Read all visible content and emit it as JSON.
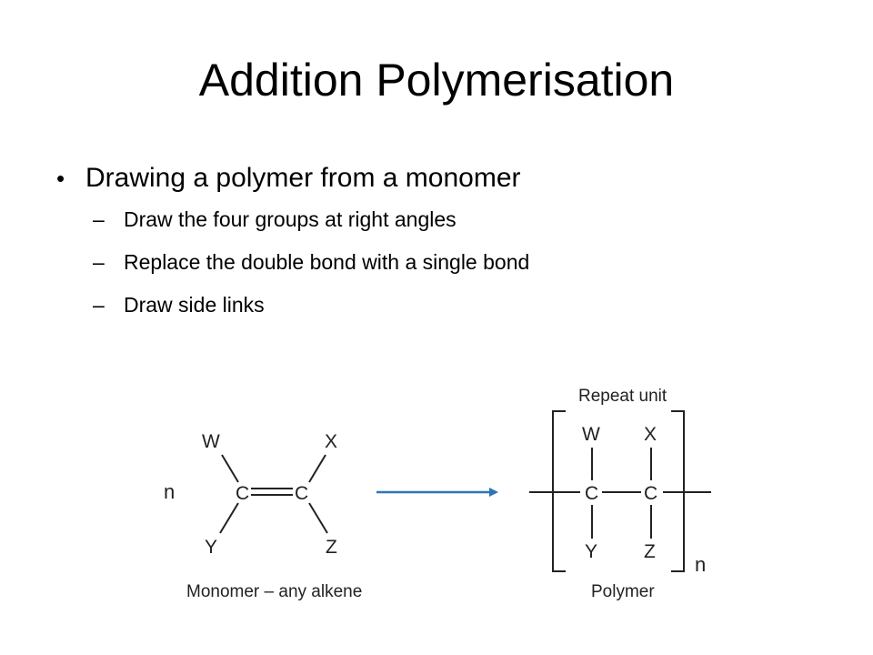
{
  "slide": {
    "title": "Addition Polymerisation",
    "bullet": "Drawing a polymer from a monomer",
    "bullet_marker": "•",
    "sub_marker": "–",
    "sub_bullets": [
      "Draw the four groups at right angles",
      "Replace the double bond with a single bond",
      "Draw side links"
    ]
  },
  "diagram": {
    "monomer": {
      "multiplier": "n",
      "atoms": [
        "W",
        "X",
        "C",
        "C",
        "Y",
        "Z"
      ],
      "caption": "Monomer – any alkene"
    },
    "polymer": {
      "repeat_label": "Repeat unit",
      "atoms": [
        "W",
        "X",
        "C",
        "C",
        "Y",
        "Z"
      ],
      "subscript": "n",
      "caption": "Polymer"
    },
    "arrow_color": "#2E75B6",
    "line_color": "#222222"
  }
}
